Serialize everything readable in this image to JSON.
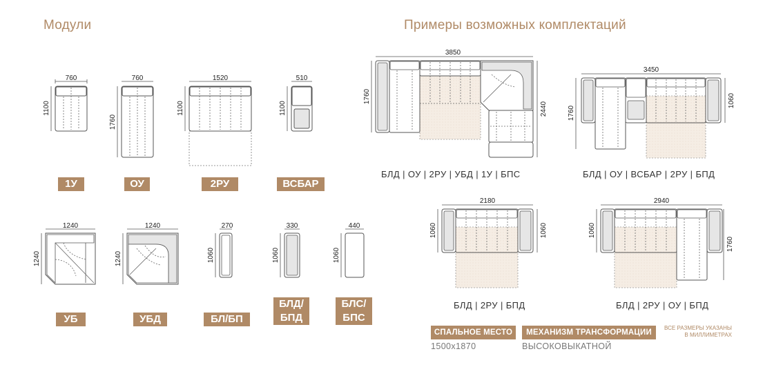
{
  "titles": {
    "modules": "Модули",
    "examples": "Примеры возможных комплектаций"
  },
  "modules": [
    {
      "label": "1У",
      "w": "760",
      "h": "1100"
    },
    {
      "label": "ОУ",
      "w": "760",
      "h": "1760"
    },
    {
      "label": "2РУ",
      "w": "1520",
      "h": "1100"
    },
    {
      "label": "ВСБАР",
      "w": "510",
      "h": "1100"
    },
    {
      "label": "УБ",
      "w": "1240",
      "h": "1240"
    },
    {
      "label": "УБД",
      "w": "1240",
      "h": "1240"
    },
    {
      "label": "БЛ/БП",
      "w": "270",
      "h": "1060"
    },
    {
      "label_1": "БЛД/",
      "label_2": "БПД",
      "w": "330",
      "h": "1060"
    },
    {
      "label_1": "БЛС/",
      "label_2": "БПС",
      "w": "440",
      "h": "1060"
    }
  ],
  "examples": [
    {
      "caption": "БЛД | ОУ | 2РУ | УБД | 1У | БПС",
      "w": "3850",
      "h_left": "1760",
      "h_right": "2440"
    },
    {
      "caption": "БЛД | ОУ | ВСБАР | 2РУ | БПД",
      "w": "3450",
      "h_left": "1760",
      "h_right": "1060"
    },
    {
      "caption": "БЛД | 2РУ | БПД",
      "w": "2180",
      "h_left": "1060",
      "h_right": "1060"
    },
    {
      "caption": "БЛД | 2РУ | ОУ | БПД",
      "w": "2940",
      "h_left": "1060",
      "h_right": "1760"
    }
  ],
  "specs": {
    "sleeping_label": "СПАЛЬНОЕ МЕСТО",
    "sleeping_value": "1500x1870",
    "mechanism_label": "МЕХАНИЗМ ТРАНСФОРМАЦИИ",
    "mechanism_value": "ВЫСОКОВЫКАТНОЙ",
    "note_line1": "ВСЕ РАЗМЕРЫ УКАЗАНЫ",
    "note_line2": "В МИЛЛИМЕТРАХ"
  },
  "colors": {
    "accent": "#b08a66",
    "line": "#555555",
    "sleep_fill": "#f5ede4",
    "arm_fill": "#e6e6e6"
  }
}
